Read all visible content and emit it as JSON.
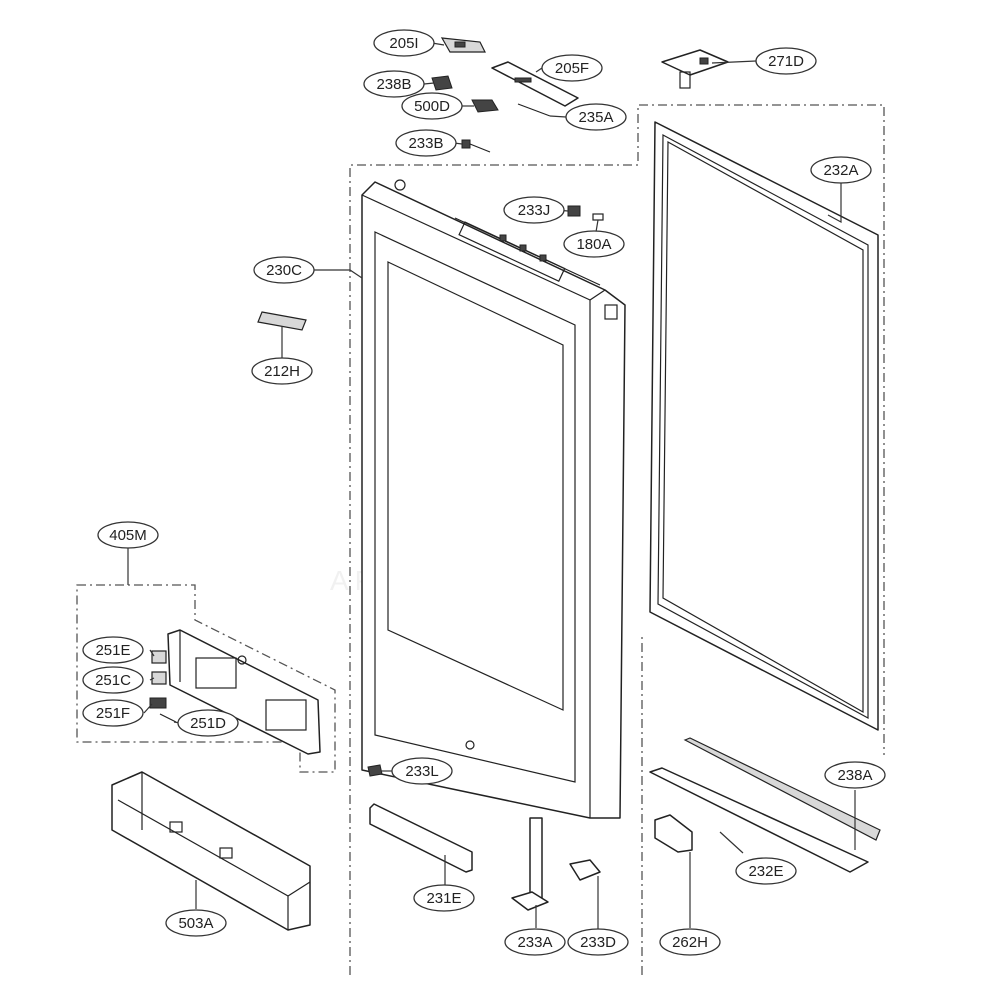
{
  "labels": [
    {
      "id": "205I",
      "text": "205I"
    },
    {
      "id": "205F",
      "text": "205F"
    },
    {
      "id": "238B",
      "text": "238B"
    },
    {
      "id": "500D",
      "text": "500D"
    },
    {
      "id": "235A",
      "text": "235A"
    },
    {
      "id": "233B",
      "text": "233B"
    },
    {
      "id": "271D",
      "text": "271D"
    },
    {
      "id": "232A",
      "text": "232A"
    },
    {
      "id": "233J",
      "text": "233J"
    },
    {
      "id": "180A",
      "text": "180A"
    },
    {
      "id": "230C",
      "text": "230C"
    },
    {
      "id": "212H",
      "text": "212H"
    },
    {
      "id": "405M",
      "text": "405M"
    },
    {
      "id": "251E",
      "text": "251E"
    },
    {
      "id": "251C",
      "text": "251C"
    },
    {
      "id": "251F",
      "text": "251F"
    },
    {
      "id": "251D",
      "text": "251D"
    },
    {
      "id": "233L",
      "text": "233L"
    },
    {
      "id": "238A",
      "text": "238A"
    },
    {
      "id": "232E",
      "text": "232E"
    },
    {
      "id": "231E",
      "text": "231E"
    },
    {
      "id": "503A",
      "text": "503A"
    },
    {
      "id": "233A",
      "text": "233A"
    },
    {
      "id": "233D",
      "text": "233D"
    },
    {
      "id": "262H",
      "text": "262H"
    }
  ]
}
